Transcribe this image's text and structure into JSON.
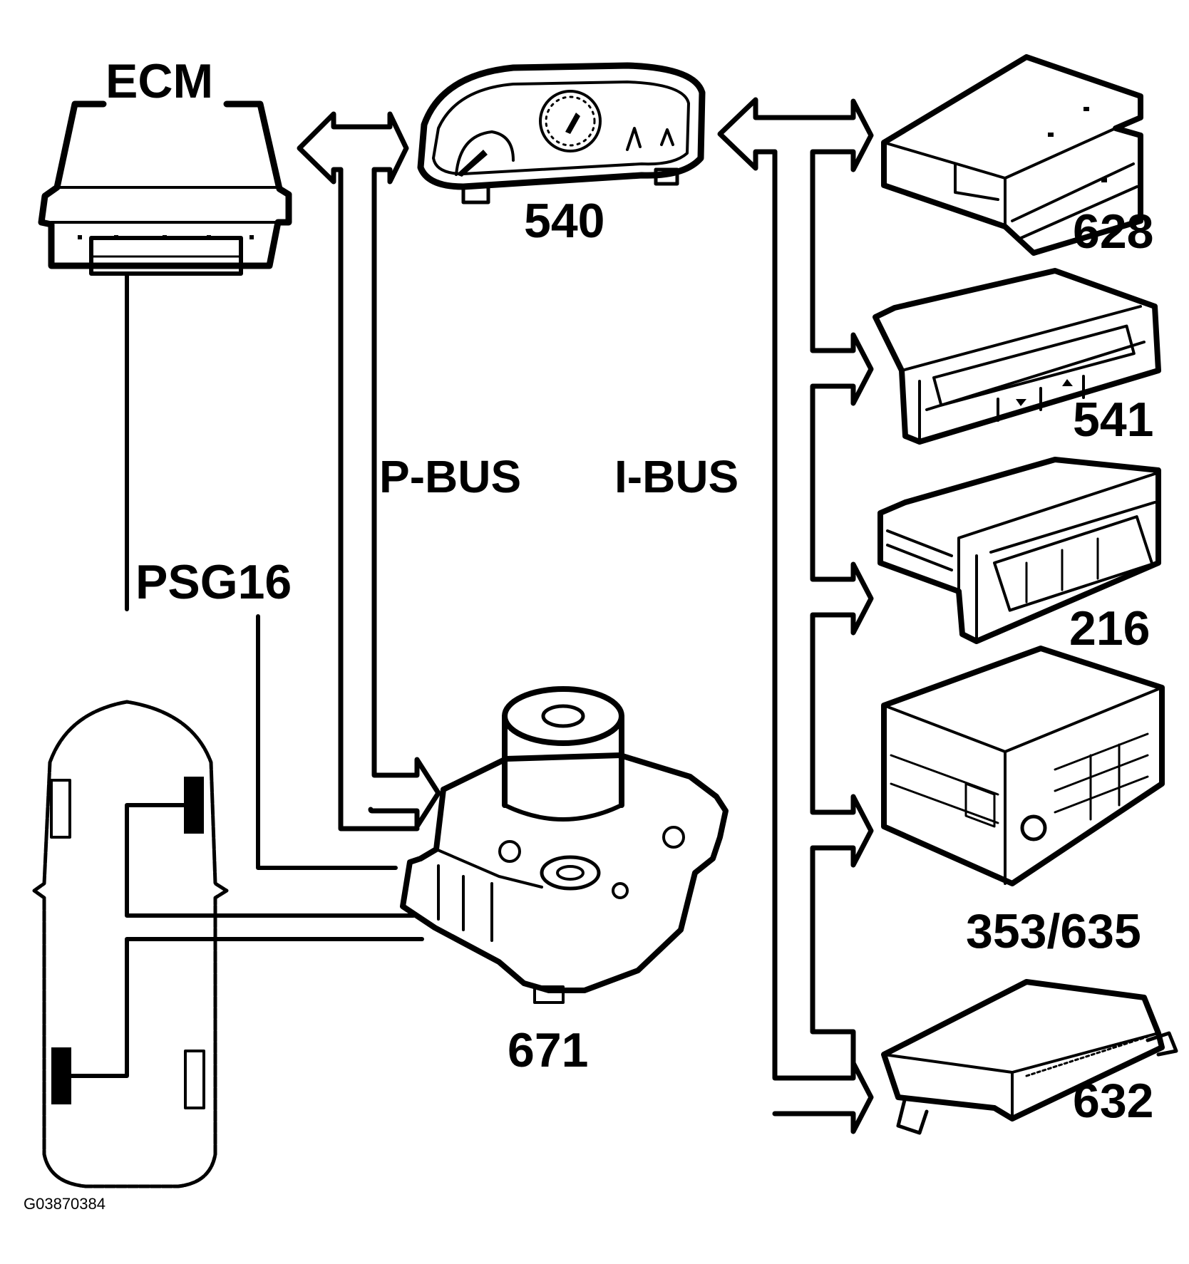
{
  "labels": {
    "ecm": "ECM",
    "instrument_cluster": "540",
    "module_628": "628",
    "module_541": "541",
    "module_216": "216",
    "module_353_635": "353/635",
    "module_632": "632",
    "abs_unit": "671",
    "p_bus": "P-BUS",
    "i_bus": "I-BUS",
    "psg16": "PSG16",
    "figure_code": "G03870384"
  },
  "colors": {
    "line": "#000000",
    "background": "#ffffff"
  },
  "icons": {
    "ecm": "ecm-module-icon",
    "cluster": "instrument-cluster-icon",
    "abs": "abs-hydraulic-unit-icon",
    "car": "car-top-view-icon"
  }
}
